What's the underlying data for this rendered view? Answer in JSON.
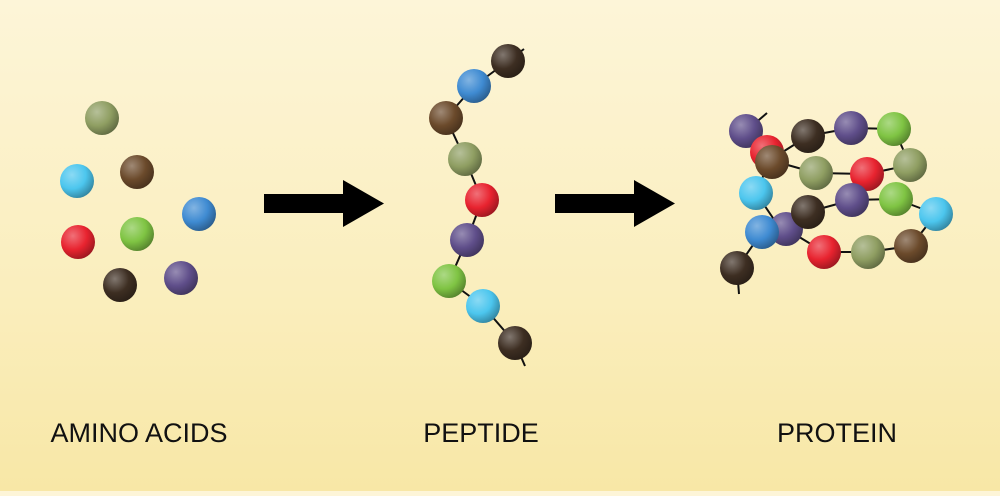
{
  "labels": {
    "amino": "AMINO ACIDS",
    "peptide": "PEPTIDE",
    "protein": "PROTEIN"
  },
  "colors": {
    "olive": "#8f9e62",
    "brown": "#6b4a2b",
    "dark_brown": "#3d2e22",
    "sky": "#4cc6ee",
    "blue": "#3f8bd2",
    "red": "#e8232f",
    "green": "#7fc443",
    "purple": "#5f4e8a",
    "line": "#111111",
    "arrow": "#000000"
  }
}
